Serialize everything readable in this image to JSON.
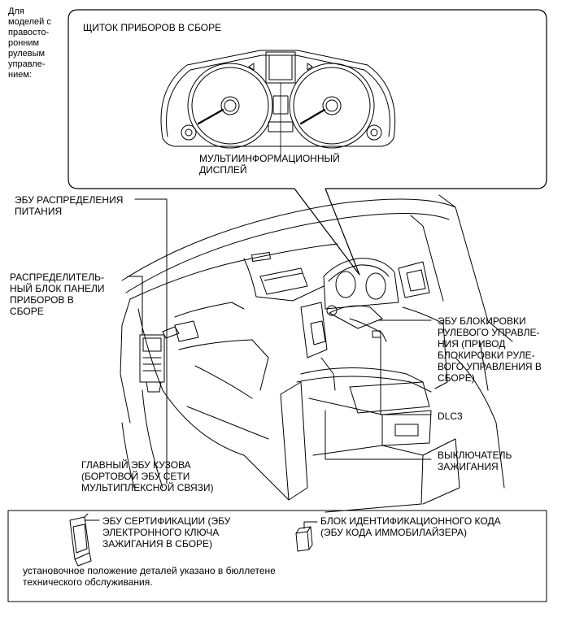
{
  "side_note": "Для\nмоделей с\nправосто-\nронним\nрулевым\nуправле-\nнием:",
  "callout": {
    "title": "ЩИТОК ПРИБОРОВ В СБОРЕ",
    "display_label": "МУЛЬТИИНФОРМАЦИОННЫЙ\nДИСПЛЕЙ"
  },
  "labels": {
    "power_ecu": "ЭБУ РАСПРЕДЕЛЕНИЯ\nПИТАНИЯ",
    "junction_block": "РАСПРЕДЕЛИТЕЛЬ-\nНЫЙ БЛОК ПАНЕЛИ\nПРИБОРОВ В\nСБОРЕ",
    "steering_lock": "ЭБУ БЛОКИРОВКИ\nРУЛЕВОГО УПРАВЛЕ-\nНИЯ (ПРИВОД\nБЛОКИРОВКИ РУЛЕ-\nВОГО УПРАВЛЕНИЯ В\nСБОРЕ)",
    "dlc3": "DLC3",
    "ignition_switch": "ВЫКЛЮЧАТЕЛЬ\nЗАЖИГАНИЯ",
    "main_body_ecu": "ГЛАВНЫЙ ЭБУ КУЗОВА\n(БОРТОВОЙ ЭБУ СЕТИ\nМУЛЬТИПЛЕКСНОЙ СВЯЗИ)"
  },
  "legend": {
    "certification_ecu": "ЭБУ СЕРТИФИКАЦИИ (ЭБУ\nЭЛЕКТРОННОГО КЛЮЧА\nЗАЖИГАНИЯ В СБОРЕ)",
    "id_code_box": "БЛОК ИДЕНТИФИКАЦИОННОГО КОДА\n(ЭБУ КОДА ИММОБИЛАЙЗЕРА)",
    "note": "установочное положение деталей указано в бюллетене\nтехнического обслуживания."
  }
}
